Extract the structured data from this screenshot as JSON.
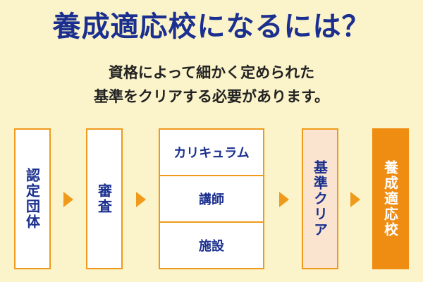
{
  "header": {
    "title": "養成適応校になるには？",
    "subtitle_line1": "資格によって細かく定められた",
    "subtitle_line2": "基準をクリアする必要があります。"
  },
  "flow": {
    "step1": "認定団体",
    "step2": "審査",
    "criteria": [
      "カリキュラム",
      "講師",
      "施設"
    ],
    "step4": "基準クリア",
    "step5": "養成適応校"
  },
  "colors": {
    "background": "#fbf3c9",
    "title": "#1a2f8f",
    "accent": "#ef9a1b",
    "accent_fill": "#ef8c12",
    "pale_fill": "#fbe4cf"
  }
}
